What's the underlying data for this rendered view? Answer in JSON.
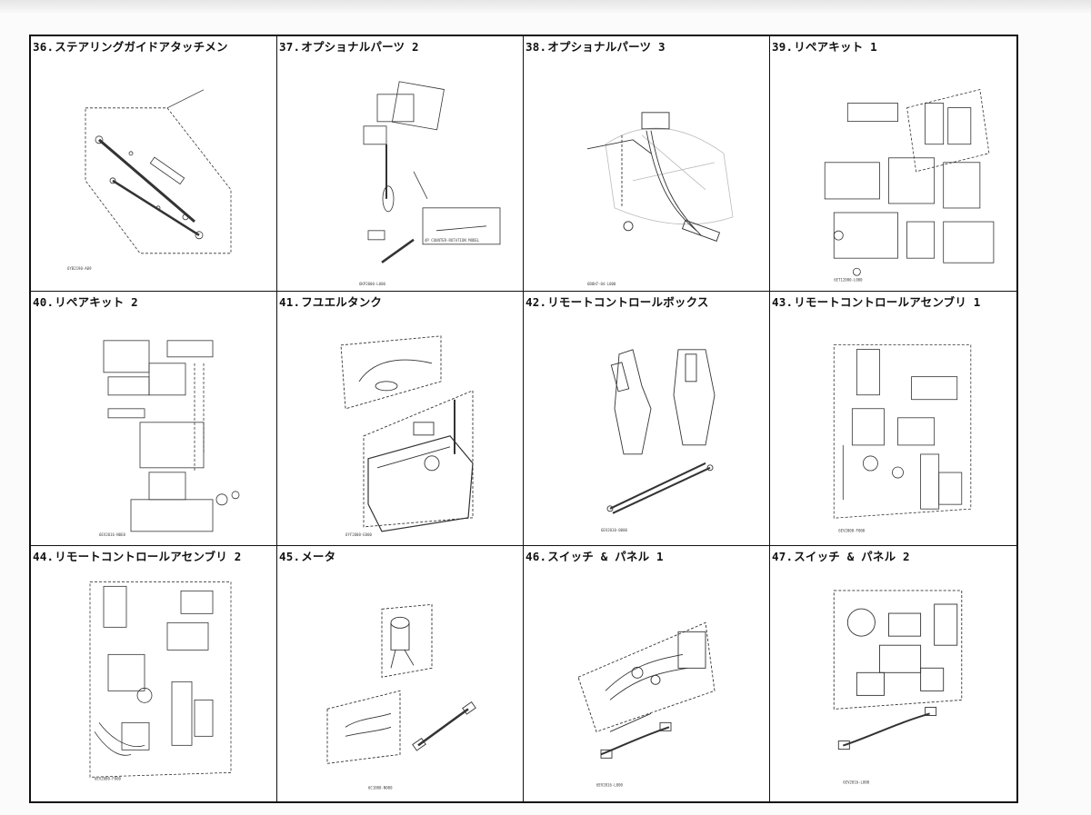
{
  "cells": [
    {
      "number": "36.",
      "title": "ステアリングガイドアタッチメン"
    },
    {
      "number": "37.",
      "title": "オプショナルパーツ 2"
    },
    {
      "number": "38.",
      "title": "オプショナルパーツ 3"
    },
    {
      "number": "39.",
      "title": "リペアキット 1"
    },
    {
      "number": "40.",
      "title": "リペアキット 2"
    },
    {
      "number": "41.",
      "title": "フユエルタンク"
    },
    {
      "number": "42.",
      "title": "リモートコントロールボックス"
    },
    {
      "number": "43.",
      "title": "リモートコントロールアセンブリ 1"
    },
    {
      "number": "44.",
      "title": "リモートコントロールアセンブリ 2"
    },
    {
      "number": "45.",
      "title": "メータ"
    },
    {
      "number": "46.",
      "title": "スイッチ & パネル 1"
    },
    {
      "number": "47.",
      "title": "スイッチ & パネル 2"
    }
  ]
}
